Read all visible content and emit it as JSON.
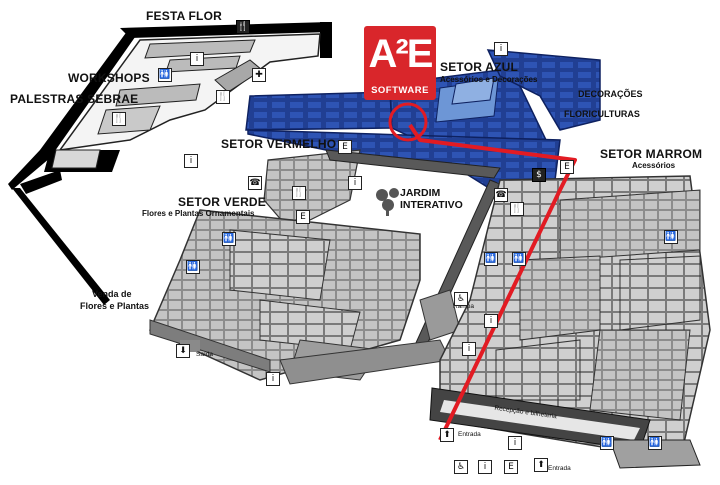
{
  "logo": {
    "main": "A²E",
    "sub": "SOFTWARE"
  },
  "labels": {
    "festa_flor": "FESTA FLOR",
    "workshops": "WORKSHOPS",
    "palestras": "PALESTRAS SEBRAE",
    "setor_azul": "SETOR AZUL",
    "setor_azul_sub": "Acessórios e Decorações",
    "decoracoes": "DECORAÇÕES",
    "floriculturas": "FLORICULTURAS",
    "setor_vermelho": "SETOR VERMELHO",
    "setor_marrom": "SETOR MARROM",
    "setor_marrom_sub": "Acessórios",
    "jardim_1": "JARDIM",
    "jardim_2": "INTERATIVO",
    "setor_verde": "SETOR VERDE",
    "setor_verde_sub": "Flores e Plantas Ornamentais",
    "venda_1": "Venda de",
    "venda_2": "Flores e Plantas",
    "saida": "Saída",
    "recepcao": "Recepção e bilheteria",
    "entrada_1": "Entrada",
    "entrada_2": "Entrada",
    "rampa": "Rampa"
  },
  "icons": {
    "wc": "wc-icon",
    "restaurant": "restaurant-icon",
    "phone": "phone-icon",
    "info": "info-icon",
    "first_aid": "first-aid-icon",
    "atm": "atm-icon",
    "accessibility": "wheelchair-icon",
    "exit_arrow": "exit-arrow-icon",
    "escalator": "escalator-icon"
  },
  "icon_glyphs": {
    "wc": "🚻",
    "restaurant": "🍴",
    "phone": "☎",
    "info": "i",
    "first_aid": "✚",
    "atm": "$",
    "accessibility": "♿",
    "exit_arrow": "⬇",
    "escalator": "E",
    "arrow_up": "⬆"
  },
  "colors": {
    "route": "#e21b23",
    "blue_sector": "#1e3f95",
    "blue_light": "#6d96d6",
    "grey_block": "#bdbdbd",
    "grey_dark": "#555555",
    "logo_red": "#d9262b"
  }
}
